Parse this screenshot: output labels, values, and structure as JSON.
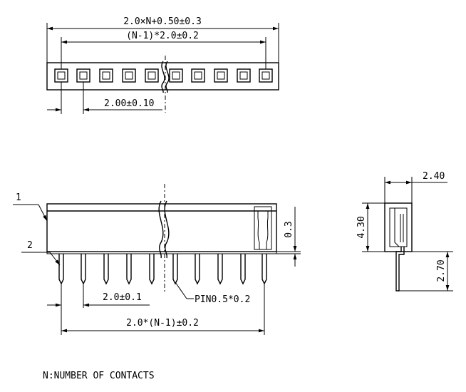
{
  "top_view": {
    "overall_dim": "2.0×N+0.50±0.3",
    "span_dim": "(N-1)*2.0±0.2",
    "pitch_dim": "2.00±0.10"
  },
  "front_view": {
    "callout_1": "1",
    "callout_2": "2",
    "pitch_dim": "2.0±0.1",
    "pin_label": "PIN0.5*0.2",
    "span_dim": "2.0*(N-1)±0.2",
    "standoff_dim": "0.3"
  },
  "side_view": {
    "width_dim": "2.40",
    "height_dim": "4.30",
    "pin_length_dim": "2.70"
  },
  "note": "N:NUMBER OF CONTACTS"
}
